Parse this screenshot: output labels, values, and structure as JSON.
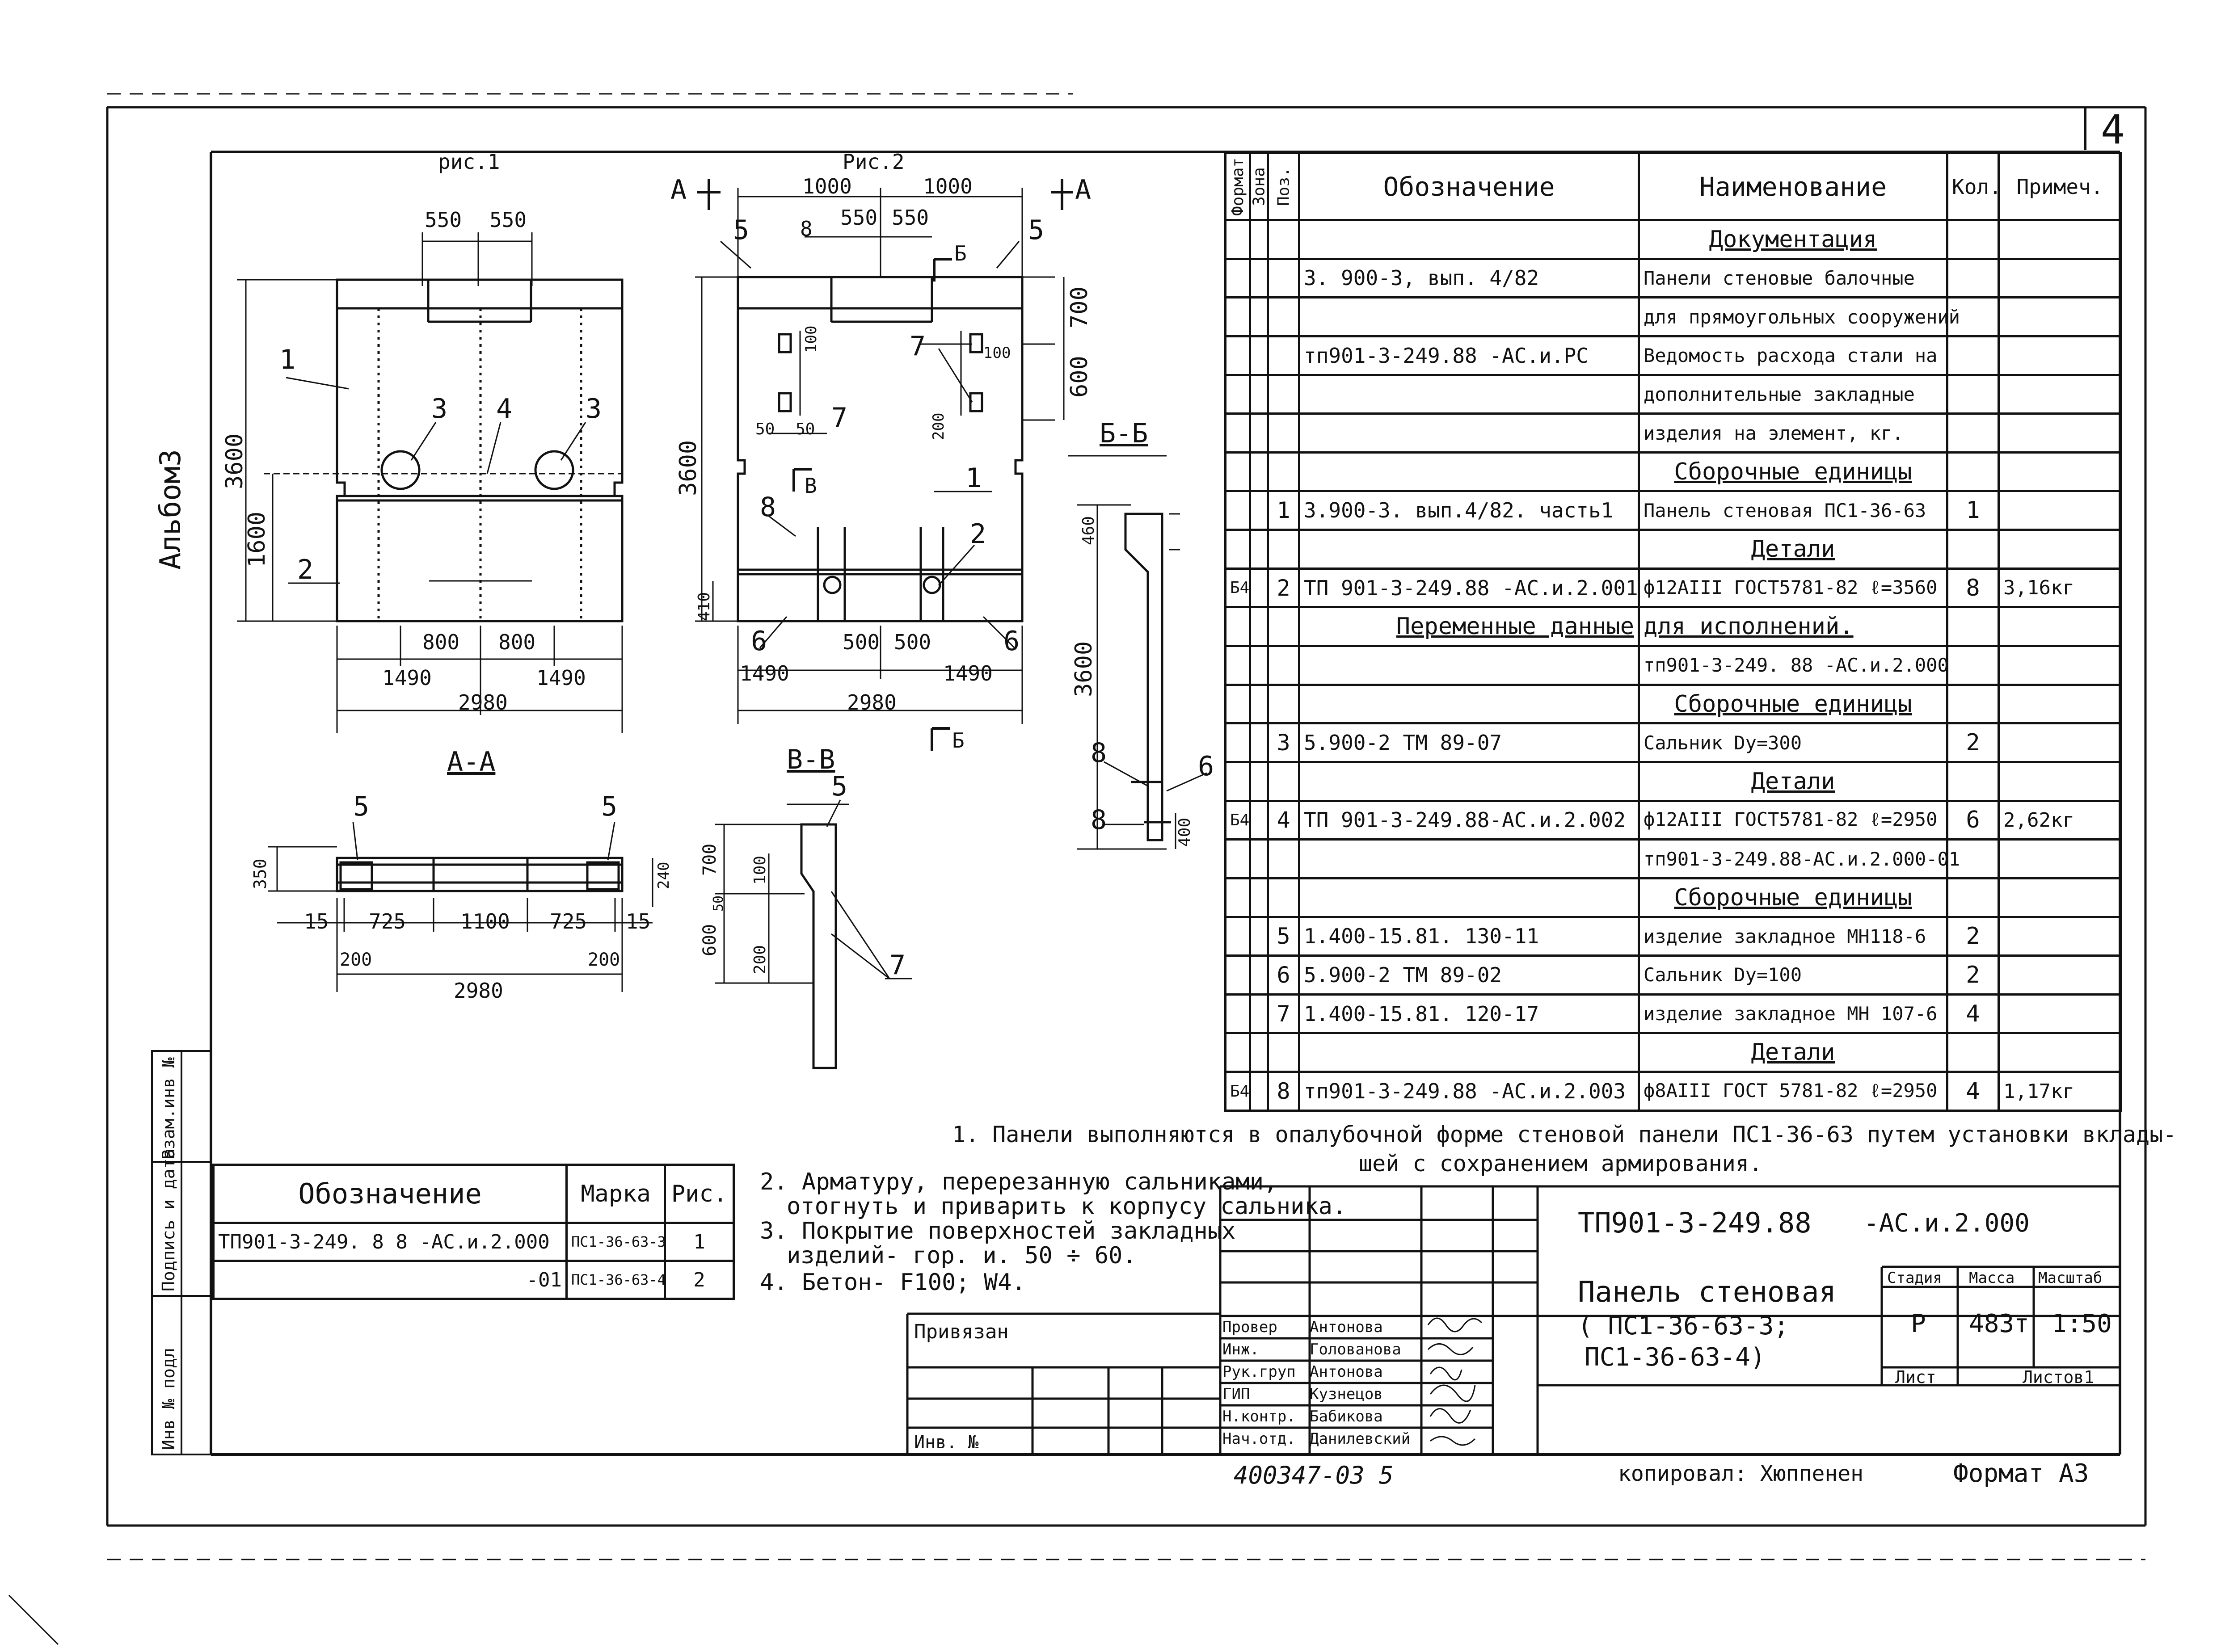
{
  "sheet": {
    "number": "4",
    "album": "Альбом3",
    "format": "Формат А3",
    "copied_by": "копировал: Хюппенен",
    "handwritten_inv": "400347-03  5"
  },
  "side_stamp": {
    "inv_podl": "Инв № подл",
    "podpis_data": "Подпись и дата",
    "vzam_inv": "Взам.инв №"
  },
  "views": {
    "fig1": {
      "title": "рис.1",
      "dims": [
        "550",
        "550",
        "3600",
        "1600",
        "800",
        "800",
        "1490",
        "1490",
        "2980"
      ],
      "leaders": [
        "1",
        "2",
        "3",
        "4",
        "3"
      ]
    },
    "fig2": {
      "title": "Рис.2",
      "section_mark_left": "А",
      "section_mark_right": "А",
      "dims": [
        "1000",
        "1000",
        "550",
        "550",
        "700",
        "600",
        "100",
        "100",
        "200",
        "50",
        "50",
        "3600",
        "410",
        "500",
        "500",
        "1490",
        "1490",
        "2980"
      ],
      "leaders": [
        "5",
        "5",
        "8",
        "Б",
        "7",
        "7",
        "В",
        "1",
        "8",
        "2",
        "6",
        "6",
        "Б"
      ]
    },
    "section_bb": {
      "title": "Б-Б",
      "dims": [
        "460",
        "3600",
        "400"
      ],
      "leaders": [
        "8",
        "8",
        "6"
      ]
    },
    "section_aa": {
      "title": "А-А",
      "dims": [
        "350",
        "15",
        "725",
        "1100",
        "725",
        "15",
        "200",
        "200",
        "2980",
        "240"
      ],
      "leaders": [
        "5",
        "5"
      ]
    },
    "section_vv": {
      "title": "В-В",
      "dims": [
        "700",
        "100",
        "600",
        "200",
        "50"
      ],
      "leaders": [
        "5",
        "7"
      ]
    }
  },
  "spec": {
    "headers": {
      "format": "Формат",
      "zone": "Зона",
      "pos": "Поз.",
      "designation": "Обозначение",
      "name": "Наименование",
      "qty": "Кол.",
      "note": "Примеч."
    },
    "rows": [
      {
        "type": "section",
        "name": "Документация"
      },
      {
        "fmt": "",
        "pos": "",
        "des": "3. 900-3,  вып. 4/82",
        "name": "Панели стеновые балочные",
        "qty": "",
        "note": ""
      },
      {
        "fmt": "",
        "pos": "",
        "des": "",
        "name": "для прямоугольных сооружений",
        "qty": "",
        "note": ""
      },
      {
        "fmt": "",
        "pos": "",
        "des": "тп901-3-249.88  -АС.и.РС",
        "name": "Ведомость расхода стали на",
        "qty": "",
        "note": ""
      },
      {
        "fmt": "",
        "pos": "",
        "des": "",
        "name": "дополнительные закладные",
        "qty": "",
        "note": ""
      },
      {
        "fmt": "",
        "pos": "",
        "des": "",
        "name": "изделия на элемент, кг.",
        "qty": "",
        "note": ""
      },
      {
        "type": "section",
        "name": "Сборочные единицы"
      },
      {
        "fmt": "",
        "pos": "1",
        "des": "3.900-3. вып.4/82. часть1",
        "name": "Панель стеновая ПС1-36-63",
        "qty": "1",
        "note": ""
      },
      {
        "type": "section",
        "name": "Детали"
      },
      {
        "fmt": "Б4",
        "pos": "2",
        "des": "ТП 901-3-249.88 -АС.и.2.001",
        "name": "ф12АIII ГОСТ5781-82 ℓ=3560",
        "qty": "8",
        "note": "3,16кг"
      },
      {
        "type": "variable",
        "des": "Переменные данные",
        "name": "для исполнений."
      },
      {
        "fmt": "",
        "pos": "",
        "des": "",
        "name": "тп901-3-249. 88  -АС.и.2.000",
        "qty": "",
        "note": ""
      },
      {
        "type": "section",
        "name": "Сборочные единицы"
      },
      {
        "fmt": "",
        "pos": "3",
        "des": "5.900-2     ТМ 89-07",
        "name": "Сальник Dу=300",
        "qty": "2",
        "note": ""
      },
      {
        "type": "section",
        "name": "Детали"
      },
      {
        "fmt": "Б4",
        "pos": "4",
        "des": "ТП 901-3-249.88-АС.и.2.002",
        "name": "ф12АIII ГОСТ5781-82 ℓ=2950",
        "qty": "6",
        "note": "2,62кг"
      },
      {
        "fmt": "",
        "pos": "",
        "des": "",
        "name": "тп901-3-249.88-АС.и.2.000-01",
        "qty": "",
        "note": ""
      },
      {
        "type": "section",
        "name": "Сборочные единицы"
      },
      {
        "fmt": "",
        "pos": "5",
        "des": "1.400-15.81.   130-11",
        "name": "изделие закладное   МН118-6",
        "qty": "2",
        "note": ""
      },
      {
        "fmt": "",
        "pos": "6",
        "des": "5.900-2      ТМ 89-02",
        "name": "Сальник Dу=100",
        "qty": "2",
        "note": ""
      },
      {
        "fmt": "",
        "pos": "7",
        "des": "1.400-15.81.   120-17",
        "name": "изделие закладное   МН 107-6",
        "qty": "4",
        "note": ""
      },
      {
        "type": "section",
        "name": "Детали"
      },
      {
        "fmt": "Б4",
        "pos": "8",
        "des": "тп901-3-249.88 -АС.и.2.003",
        "name": "ф8АIII ГОСТ 5781-82 ℓ=2950",
        "qty": "4",
        "note": "1,17кг"
      }
    ]
  },
  "marks_table": {
    "headers": [
      "Обозначение",
      "Марка",
      "Рис."
    ],
    "rows": [
      {
        "des": "ТП901-3-249. 8 8   -АС.и.2.000",
        "mark": "ПС1-36-63-3",
        "fig": "1"
      },
      {
        "des": "-01",
        "mark": "ПС1-36-63-4",
        "fig": "2"
      }
    ]
  },
  "notes": [
    "1. Панели выполняются в опалубочной форме стеновой панели ПС1-36-63 путем установки вклады-",
    "шей с сохранением армирования.",
    "2. Арматуру, перерезанную сальниками,",
    "отогнуть и приварить к корпусу сальника.",
    "3. Покрытие поверхностей закладных",
    "изделий- гор. и. 50 ÷ 60.",
    "4. Бетон- F100; W4."
  ],
  "title_block": {
    "code": "ТП901-3-249.88",
    "code_suffix": "-АС.и.2.000",
    "name_line1": "Панель стеновая",
    "name_line2": "( ПС1-36-63-3;",
    "name_line3": "ПС1-36-63-4)",
    "stage_label": "Стадия",
    "mass_label": "Масса",
    "scale_label": "Масштаб",
    "stage": "Р",
    "mass": "483т",
    "scale": "1:50",
    "sheet_label": "Лист",
    "sheets_label": "Листов1",
    "bound_label": "Привязан",
    "inv_label": "Инв. №",
    "staff": [
      {
        "role": "Провер",
        "name": "Антонова"
      },
      {
        "role": "Инж.",
        "name": "Голованова"
      },
      {
        "role": "Рук.груп",
        "name": "Антонова"
      },
      {
        "role": "ГИП",
        "name": "Кузнецов"
      },
      {
        "role": "Н.контр.",
        "name": "Бабикова"
      },
      {
        "role": "Нач.отд.",
        "name": "Данилевский"
      }
    ]
  }
}
